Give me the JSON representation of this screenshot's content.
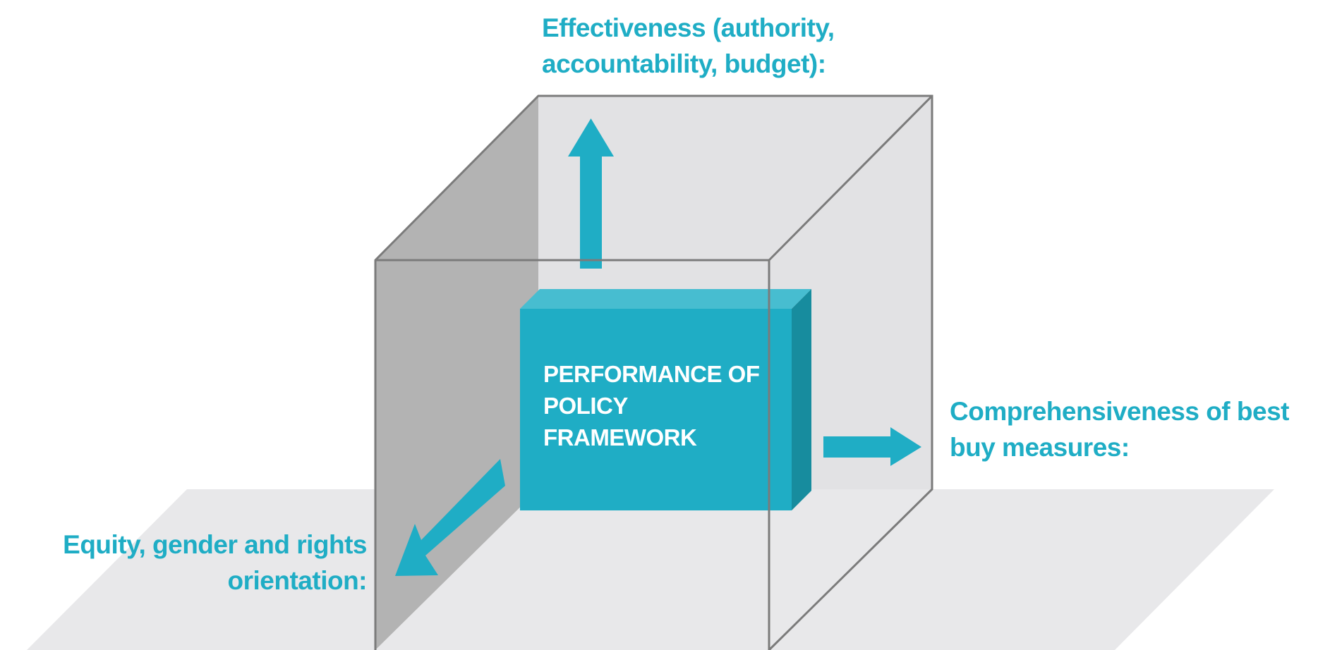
{
  "colors": {
    "accent": "#1fadc5",
    "accent_light": "#47bdd0",
    "accent_dark": "#178c9e",
    "cube_wall": "#e2e2e4",
    "cube_left_wall": "#b3b3b3",
    "floor": "#e8e8ea",
    "edge": "#7b7b7b",
    "box_text": "#ffffff"
  },
  "center_box": {
    "lines": [
      "PERFORMANCE OF",
      "POLICY",
      "FRAMEWORK"
    ]
  },
  "labels": {
    "effectiveness": {
      "lines": [
        "Effectiveness (authority,",
        "accountability, budget):"
      ]
    },
    "comprehensiveness": {
      "lines": [
        "Comprehensiveness of best",
        "buy measures:"
      ]
    },
    "equity": {
      "lines": [
        "Equity, gender and rights",
        "orientation:"
      ]
    }
  },
  "icons": {
    "up": "arrow-up-icon",
    "right": "arrow-right-icon",
    "down_left": "arrow-down-left-icon"
  }
}
